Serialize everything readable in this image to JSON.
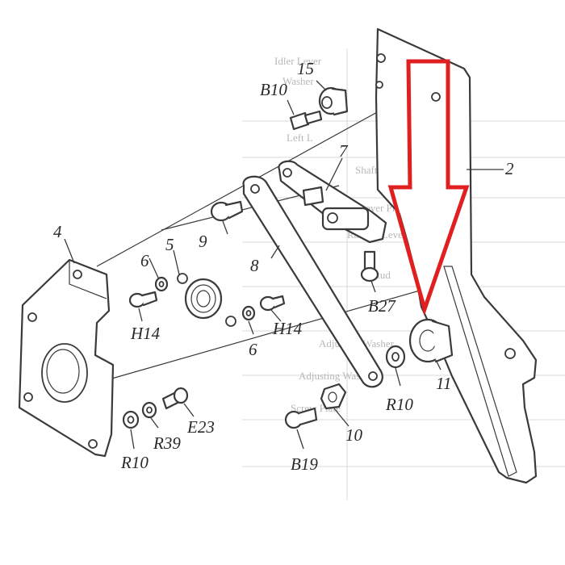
{
  "diagram": {
    "labels": {
      "p15": "15",
      "b10": "B10",
      "p7": "7",
      "p2": "2",
      "p4": "4",
      "p9": "9",
      "p5": "5",
      "p6a": "6",
      "p8": "8",
      "h14a": "H14",
      "h14b": "H14",
      "p6b": "6",
      "b27": "B27",
      "p11": "11",
      "r10a": "R10",
      "e23": "E23",
      "r39": "R39",
      "r10b": "R10",
      "b19": "B19",
      "p10": "10"
    },
    "background_text": [
      "Idler Lever",
      "Washer",
      "Left L",
      "Shaft Lever Drive Lev",
      "Lever Pin",
      "Ratchet Lever Plate B",
      "Stud",
      "Adjusting Washer",
      "Adjusting Washer",
      "Screw Plate"
    ],
    "arrow_color": "#e02020"
  }
}
